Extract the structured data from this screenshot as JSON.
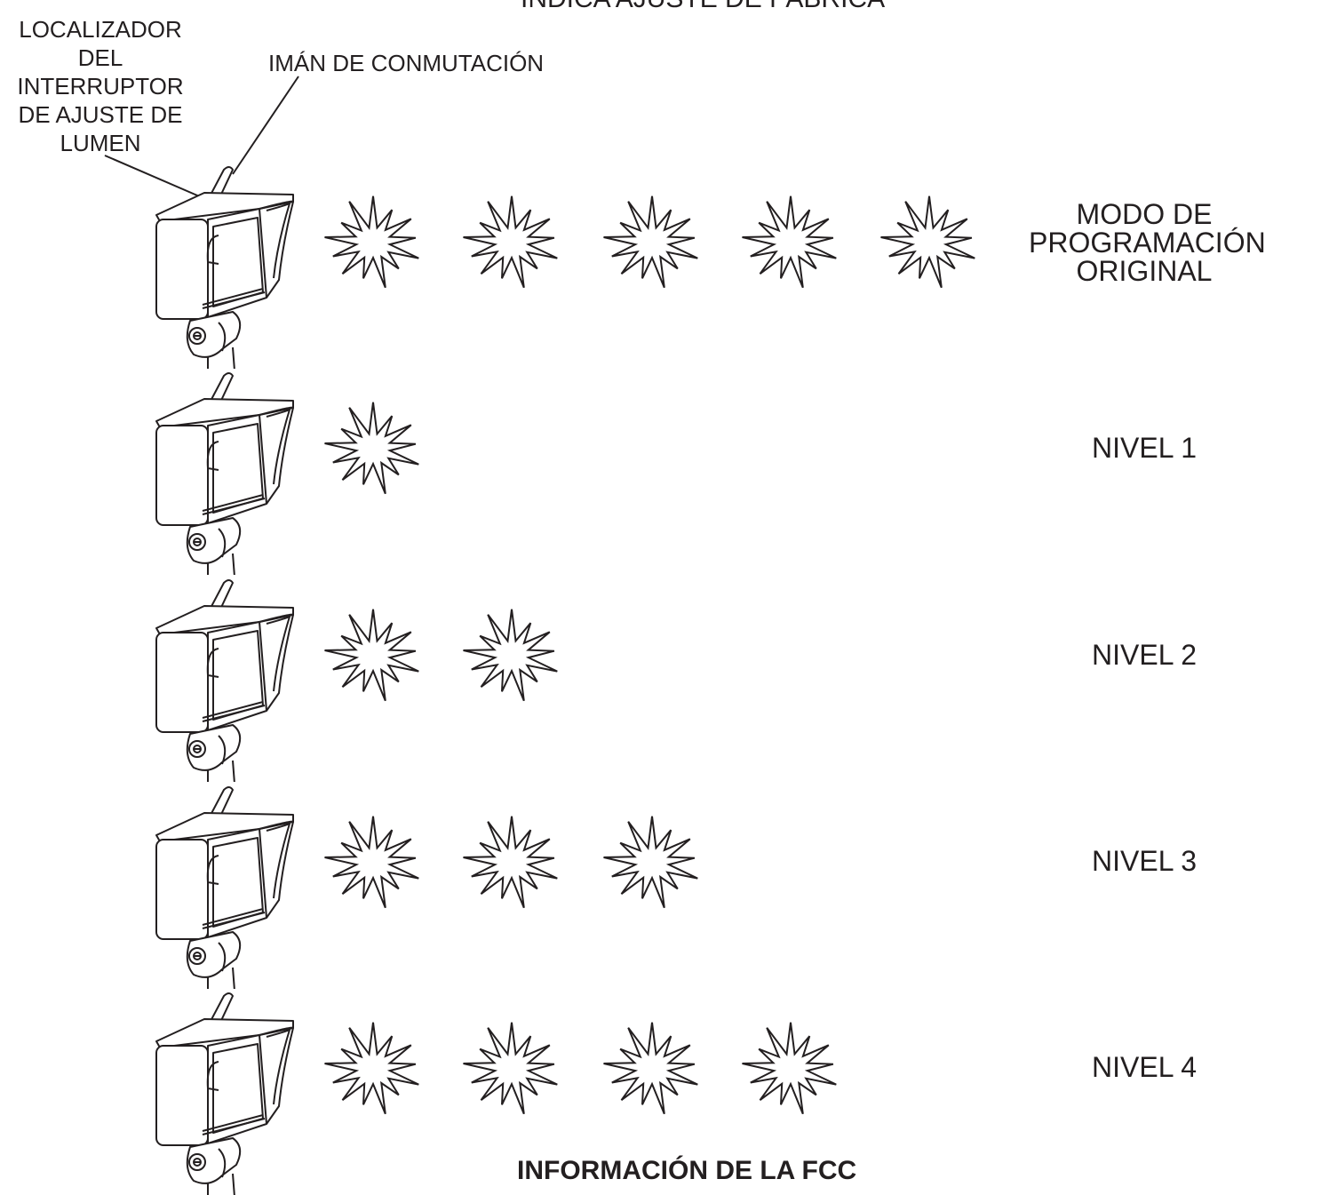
{
  "header_partial": "INDICA AJUSTE DE FÁBRICA",
  "callouts": {
    "lumen_switch_locator": "LOCALIZADOR\nDEL\nINTERRUPTOR\nDE AJUSTE DE\nLUMEN",
    "switching_magnet": "IMÁN DE CONMUTACIÓN"
  },
  "rows": [
    {
      "label": "MODO DE\nPROGRAMACIÓN\nORIGINAL",
      "flashes": 5
    },
    {
      "label": "NIVEL 1",
      "flashes": 1
    },
    {
      "label": "NIVEL 2",
      "flashes": 2
    },
    {
      "label": "NIVEL 3",
      "flashes": 3
    },
    {
      "label": "NIVEL 4",
      "flashes": 4
    }
  ],
  "footer_partial": "INFORMACIÓN DE LA FCC",
  "colors": {
    "ink": "#231f20",
    "background": "#ffffff"
  },
  "icons": {
    "fixture": "floodlight-fixture-icon",
    "flash": "light-flash-burst-icon",
    "magnet": "magnet-wand-icon"
  }
}
